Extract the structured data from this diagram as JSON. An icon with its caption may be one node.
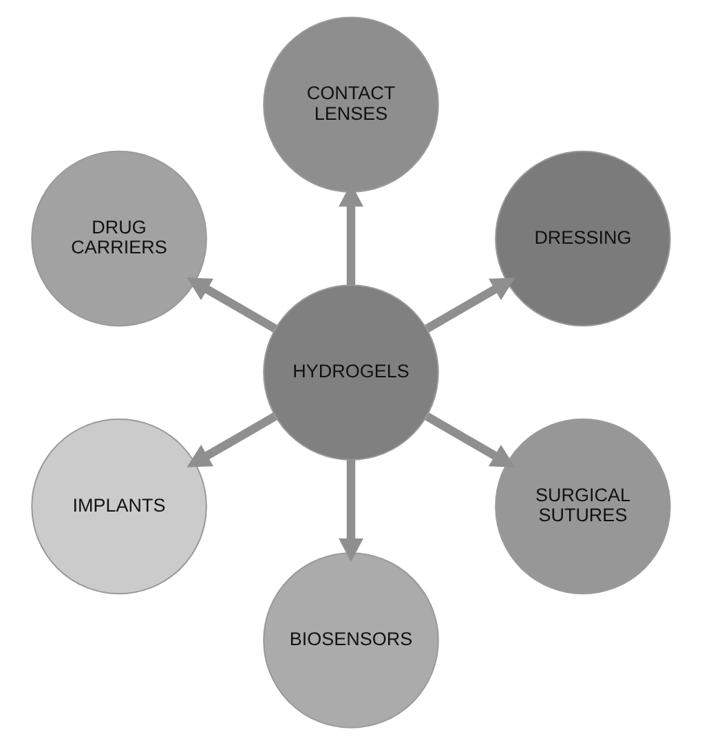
{
  "diagram": {
    "nodes": [
      {
        "text": [
          "HYDROGELS"
        ]
      },
      {
        "text": [
          "DRESSING"
        ]
      },
      {
        "text": [
          "CONTACT LENSES"
        ]
      },
      {
        "text": [
          "DRUG CARRIERS"
        ]
      },
      {
        "text": [
          "IMPLANTS"
        ]
      },
      {
        "text": [
          "BIOSENSORS"
        ]
      },
      {
        "text": [
          "SURGICAL SUTURES"
        ]
      }
    ],
    "edges": [
      {
        "from": 0,
        "to": 1,
        "arrow": "to"
      },
      {
        "from": 0,
        "to": 2,
        "arrow": "to"
      },
      {
        "from": 0,
        "to": 3,
        "arrow": "to"
      },
      {
        "from": 0,
        "to": 4,
        "arrow": "to"
      },
      {
        "from": 0,
        "to": 5,
        "arrow": "to"
      },
      {
        "from": 0,
        "to": 6,
        "arrow": "to"
      }
    ]
  }
}
